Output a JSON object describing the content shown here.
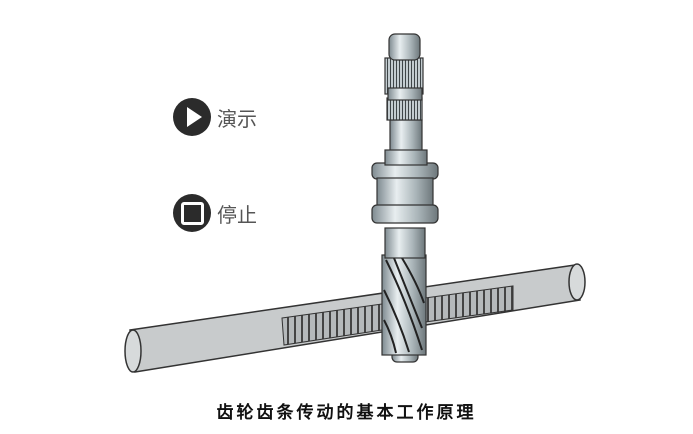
{
  "controls": {
    "play_label": "演示",
    "stop_label": "停止"
  },
  "caption": "齿轮齿条传动的基本工作原理",
  "colors": {
    "metal": "#b8c2c6",
    "rack": "#c8cbcc",
    "button": "#2b2b2b"
  }
}
